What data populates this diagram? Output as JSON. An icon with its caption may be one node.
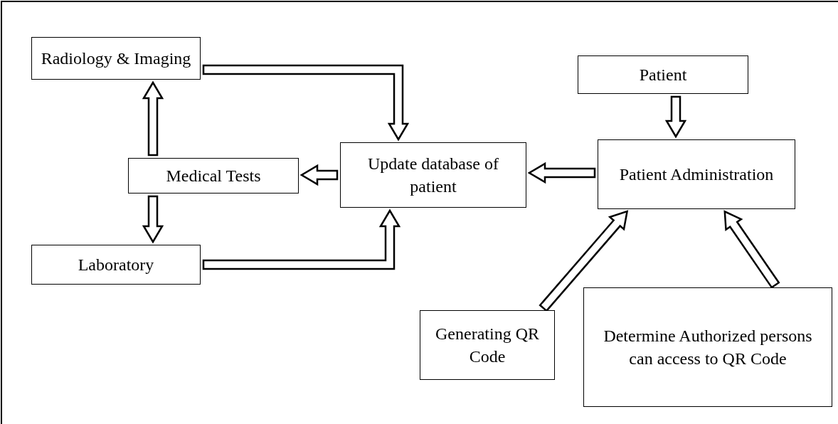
{
  "diagram": {
    "nodes": [
      {
        "text": [
          "Radiology & Imaging"
        ]
      },
      {
        "text": [
          "Patient"
        ]
      },
      {
        "text": [
          "Medical Tests"
        ]
      },
      {
        "text": [
          "Update database of patient"
        ]
      },
      {
        "text": [
          "Patient Administration"
        ]
      },
      {
        "text": [
          "Laboratory"
        ]
      },
      {
        "text": [
          "Generating QR Code"
        ]
      },
      {
        "text": [
          "Determine Authorized persons can access to QR Code"
        ]
      }
    ],
    "edges": [
      {
        "from": 0,
        "to": 3,
        "arrow": "to"
      },
      {
        "from": 2,
        "to": 0,
        "arrow": "to"
      },
      {
        "from": 2,
        "to": 5,
        "arrow": "to"
      },
      {
        "from": 3,
        "to": 2,
        "arrow": "to"
      },
      {
        "from": 4,
        "to": 3,
        "arrow": "to"
      },
      {
        "from": 5,
        "to": 3,
        "arrow": "to"
      },
      {
        "from": 1,
        "to": 4,
        "arrow": "to"
      },
      {
        "from": 6,
        "to": 4,
        "arrow": "to"
      },
      {
        "from": 7,
        "to": 4,
        "arrow": "to"
      }
    ]
  }
}
